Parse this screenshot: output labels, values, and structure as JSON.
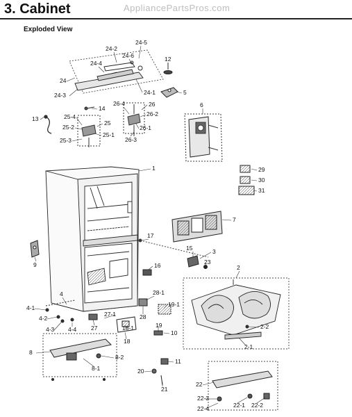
{
  "header": {
    "title": "3.  Cabinet",
    "watermark": "AppliancePartsPros.com",
    "subtitle": "Exploded View"
  },
  "callouts": [
    "24-5",
    "24-2",
    "24-6",
    "24-4",
    "24",
    "24-3",
    "24-1",
    "12",
    "5",
    "14",
    "26-4",
    "26",
    "26-2",
    "26-1",
    "26-3",
    "25-4",
    "25",
    "25-2",
    "25-1",
    "25-3",
    "13",
    "6",
    "1",
    "29",
    "30",
    "31",
    "7",
    "17",
    "9",
    "15",
    "3",
    "23",
    "16",
    "2",
    "4",
    "4-1",
    "4-2",
    "4-3",
    "4-4",
    "28-1",
    "19-1",
    "28",
    "19",
    "27-1",
    "27",
    "18-1",
    "10",
    "2-2",
    "2-1",
    "18",
    "8",
    "8-2",
    "8-1",
    "11",
    "20",
    "21",
    "22",
    "22-3",
    "22-4",
    "22-1",
    "22-2"
  ]
}
